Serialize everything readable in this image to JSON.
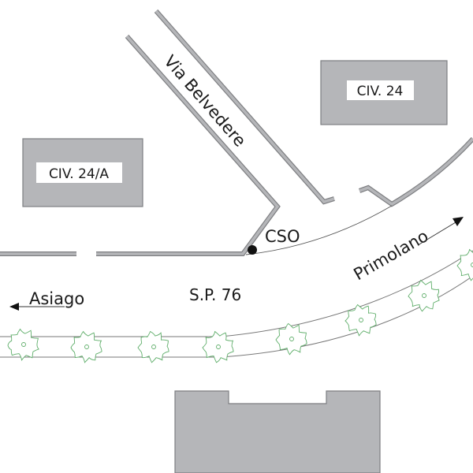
{
  "map": {
    "buildings": [
      {
        "id": "civ-24a",
        "label": "CIV. 24/A"
      },
      {
        "id": "civ-24",
        "label": "CIV. 24"
      },
      {
        "id": "building-south",
        "label": ""
      }
    ],
    "streets": {
      "via_belvedere": "Via Belvedere",
      "sp76": "S.P. 76"
    },
    "directions": {
      "west": "Asiago",
      "east": "Primolano"
    },
    "marker": {
      "label": "CSO"
    },
    "tree_count": 8,
    "colors": {
      "building_fill": "#b5b6b9",
      "building_stroke": "#7d7e81",
      "tree_stroke": "#5fae6a",
      "text": "#1a1a1a",
      "marker": "#111111"
    }
  }
}
